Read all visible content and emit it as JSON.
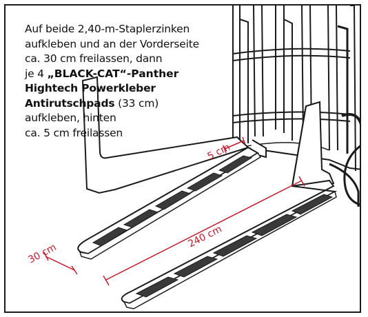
{
  "instruction": {
    "line1": "Auf beide 2,40-m-Staplerzinken",
    "line2": "aufkleben und an der Vorderseite",
    "line3": "ca. 30 cm freilassen, dann",
    "line4_prefix": "je 4 ",
    "line4_brand": "„BLACK-CAT“-Panther",
    "line5": "Hightech Powerkleber",
    "line6_bold": "Antirutschpads",
    "line6_rest": " (33 cm)",
    "line7": "aufkleben, hinten",
    "line8": "ca. 5 cm freilassen"
  },
  "dimensions": {
    "front_gap": "30 cm",
    "fork_length": "240 cm",
    "rear_gap": "5 cm"
  },
  "colors": {
    "dimension_red": "#c21a2b",
    "pad_dark": "#3a3a3a",
    "fork_fill": "#ffffff",
    "outline": "#1a1a1a"
  }
}
